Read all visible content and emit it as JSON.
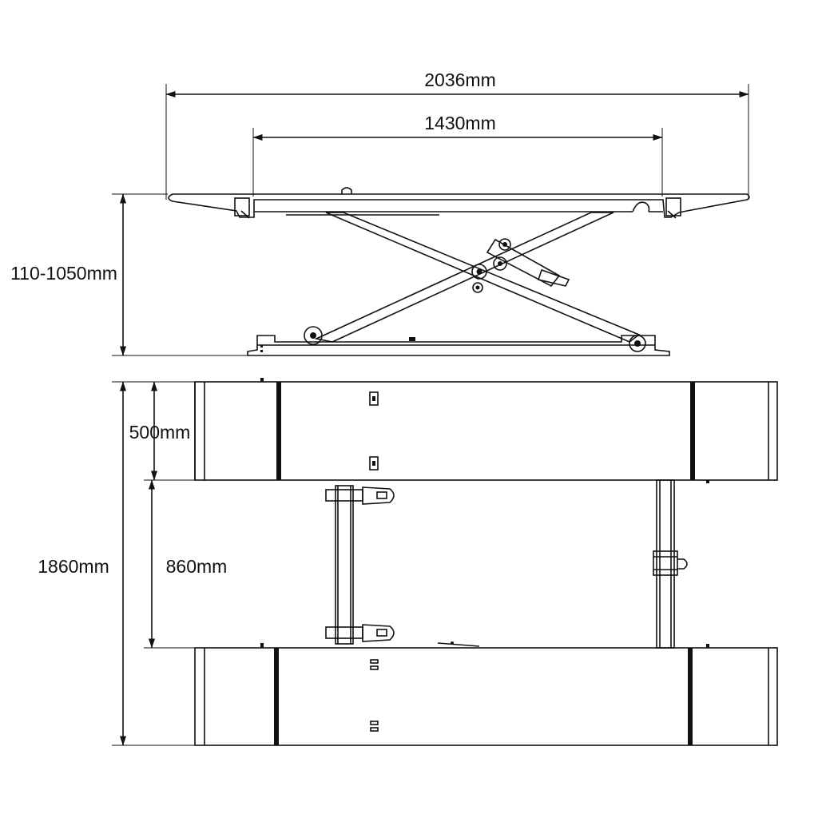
{
  "diagram": {
    "dimensions": {
      "overall_length": "2036mm",
      "platform_length": "1430mm",
      "height_range": "110-1050mm",
      "platform_width": "500mm",
      "inner_gap": "860mm",
      "overall_width": "1860mm"
    },
    "colors": {
      "line": "#111111",
      "background": "#ffffff"
    }
  }
}
